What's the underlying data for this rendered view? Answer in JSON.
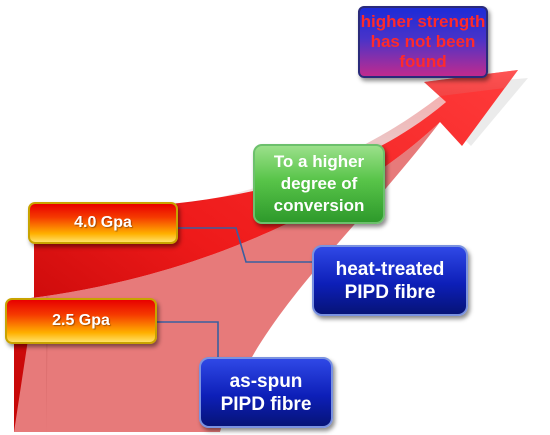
{
  "diagram": {
    "colors": {
      "arrow_red": "#e81010",
      "connector": "#3a5fa0",
      "value_gradient_top": "#e80000",
      "value_gradient_bottom": "#ffe066",
      "blue_box": "#0d1fb8",
      "green_box": "#58c449",
      "top_box_text": "#ff2a2a"
    },
    "goal": {
      "text": "higher strength\nhas not been\nfound"
    },
    "step_note": {
      "text": "To a higher\ndegree of\nconversion"
    },
    "value_high": {
      "text": "4.0 Gpa"
    },
    "value_low": {
      "text": "2.5 Gpa"
    },
    "fibre_treated": {
      "text": "heat-treated\nPIPD fibre"
    },
    "fibre_spun": {
      "text": "as-spun\nPIPD fibre"
    }
  }
}
